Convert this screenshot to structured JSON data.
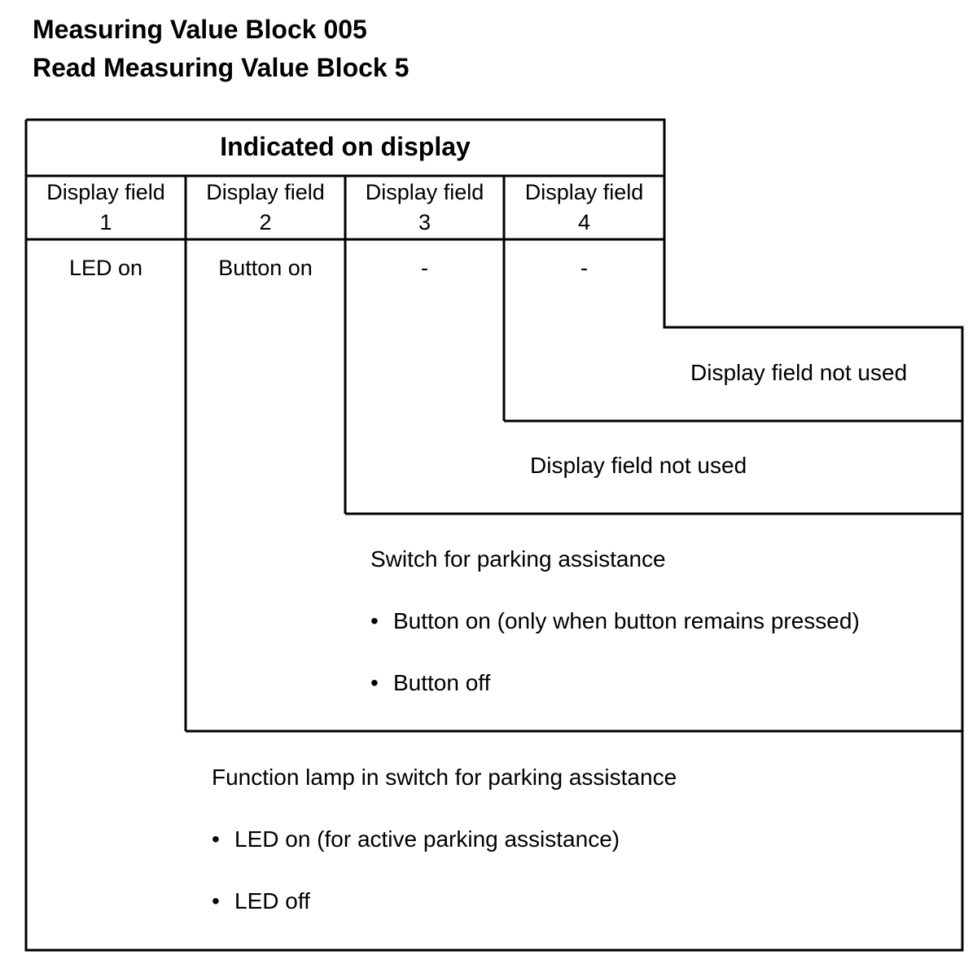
{
  "title_line1": "Measuring Value Block 005",
  "title_line2": "Read Measuring Value Block 5",
  "table": {
    "header": "Indicated on display",
    "columns": [
      {
        "label": "Display field",
        "number": "1"
      },
      {
        "label": "Display field",
        "number": "2"
      },
      {
        "label": "Display field",
        "number": "3"
      },
      {
        "label": "Display field",
        "number": "4"
      }
    ],
    "values": [
      "LED on",
      "Button on",
      "-",
      "-"
    ]
  },
  "field4_note": "Display field not used",
  "field3_note": "Display field not used",
  "field2": {
    "heading": "Switch for parking assistance",
    "bullets": [
      "Button on (only when button remains pressed)",
      "Button off"
    ]
  },
  "field1": {
    "heading": "Function lamp in switch for parking assistance",
    "bullets": [
      "LED on (for active parking assistance)",
      "LED off"
    ]
  },
  "bullet_char": "•"
}
